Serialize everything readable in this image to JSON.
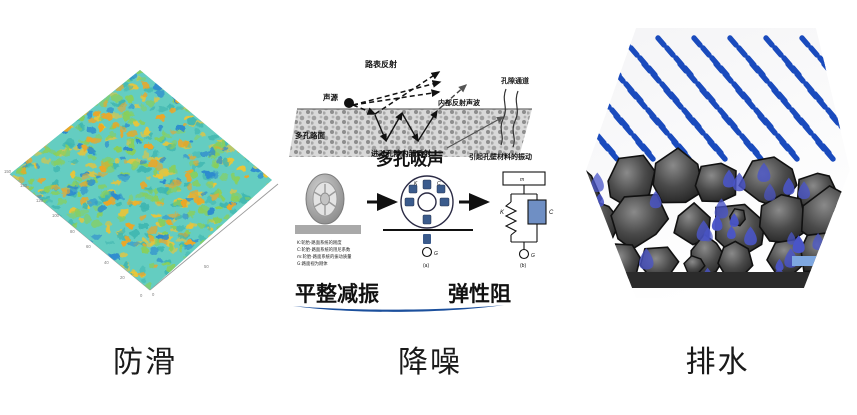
{
  "figure": {
    "background_color": "#ffffff",
    "panel_count": 3
  },
  "panels": [
    {
      "id": "antislip",
      "caption": "防滑",
      "caption_meaning": "anti-slip",
      "content_type": "3d-surface-plot",
      "surface": {
        "colormap": "parula",
        "colors": [
          "#1f6fd0",
          "#21a0c0",
          "#4cc48a",
          "#8fd04a",
          "#f2c430",
          "#f6a41e"
        ],
        "x_ticks": [
          "20",
          "40",
          "60",
          "80",
          "100",
          "120",
          "140",
          "160"
        ],
        "y_ticks": [
          "50",
          "100",
          "150"
        ],
        "origin_labels": [
          "0",
          "0"
        ]
      }
    },
    {
      "id": "noise",
      "caption": "降噪",
      "caption_meaning": "noise reduction",
      "content_type": "acoustic-schematic",
      "top_diagram": {
        "title": "多孔吸声",
        "labels": {
          "source": "声源",
          "surface_reflection": "路表反射",
          "porous_pavement": "多孔路面",
          "internal_reflection": "进入孔隙内部反射",
          "internal_sound_wave": "内部反射声波",
          "pore_channel": "孔隙通道",
          "wall_vibration": "引起孔壁材料的振动"
        }
      },
      "bottom_diagram": {
        "legend": [
          "K:轮胎-路面系统的刚度",
          "C:轮胎-路面系统的阻尼系数",
          "m:轮胎-路面系统的振动质量",
          "G:路面视为刚体"
        ],
        "model_a_label": "(a)",
        "model_b_label": "(b)",
        "symbols": {
          "spring": "K",
          "damper": "C",
          "mass": "m",
          "ground": "G"
        }
      },
      "subtitles": [
        "平整减振",
        "弹性阻"
      ],
      "subtitle_meanings": [
        "smooth vibration damping",
        "elastic damping"
      ],
      "accent_color": "#1b4f9c"
    },
    {
      "id": "drain",
      "caption": "排水",
      "caption_meaning": "drainage",
      "content_type": "drainage-cross-section",
      "rain": {
        "color": "#1a4bbd",
        "dash_rows": 5,
        "dash_cols": 7
      },
      "droplet_color": "#4a55c8",
      "aggregate_color": "#3a3a3a",
      "flow_arrow_color": "#7ea7e0",
      "base_layer_color": "#2b2b2b"
    }
  ]
}
